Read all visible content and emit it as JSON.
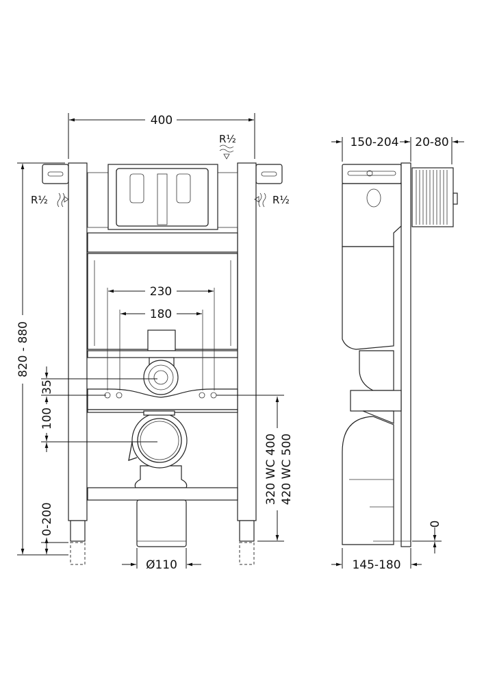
{
  "front_view": {
    "width_label": "400",
    "inlet_left_label": "R½",
    "inlet_top_label": "R½",
    "inlet_right_label": "R½",
    "flush_spacing_outer": "230",
    "flush_spacing_inner": "180",
    "height_label": "820 - 880",
    "offset_35_label": "35",
    "offset_100_label": "100",
    "leg_adjust_label": "0-200",
    "outlet_height_a": "320 WC 400",
    "outlet_height_b": "420 WC 500",
    "pipe_diameter_label": "Ø110"
  },
  "side_view": {
    "depth_label": "150-204",
    "box_depth_label": "20-80",
    "foot_depth_label": "145-180",
    "floor_label": "0"
  }
}
